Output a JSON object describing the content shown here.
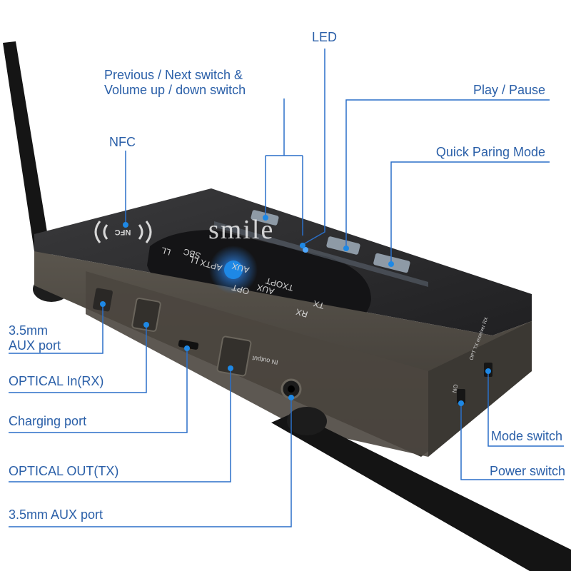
{
  "callouts": {
    "led": "LED",
    "prev_next_line1": "Previous / Next switch &",
    "prev_next_line2": "Volume up / down switch",
    "play_pause": "Play / Pause",
    "nfc": "NFC",
    "quick_paring": "Quick Paring Mode",
    "aux_port_top_line1": "3.5mm",
    "aux_port_top_line2": "AUX port",
    "optical_in": "OPTICAL In(RX)",
    "charging_port": "Charging port",
    "mode_switch": "Mode switch",
    "power_switch": "Power switch",
    "optical_out": "OPTICAL OUT(TX)",
    "aux_port_bottom": "3.5mm AUX port"
  },
  "device_print": {
    "nfc_logo": "NFC",
    "mode_rows": [
      "TX",
      "RX",
      "TXOPT",
      "AUX",
      "OPT",
      "APTX LL",
      "SBC",
      "AUX",
      "LL"
    ],
    "port_label": "IN output",
    "switch_on": "ON",
    "switch_mode": "OPT TX receiver RX"
  },
  "watermark": "smile",
  "colors": {
    "callout_text": "#2a5fa8",
    "callout_line": "#2a6fc8",
    "marker_dot": "#1e88e5",
    "device_body": "#4a4640",
    "device_top": "#2b2b2d",
    "antenna": "#151515"
  }
}
